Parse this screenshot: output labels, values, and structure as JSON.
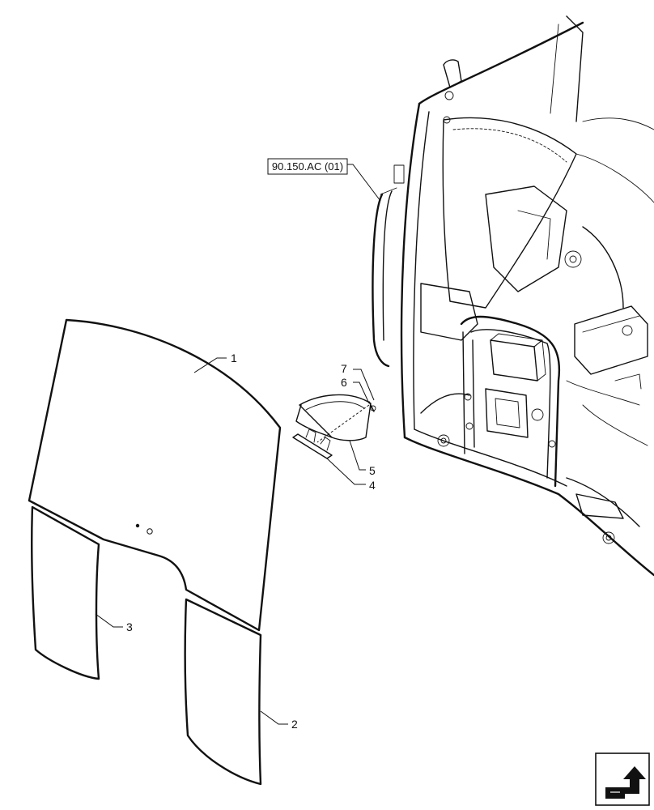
{
  "reference_link": {
    "label": "90.150.AC (01)"
  },
  "callouts": [
    {
      "id": "1",
      "label": "1"
    },
    {
      "id": "2",
      "label": "2"
    },
    {
      "id": "3",
      "label": "3"
    },
    {
      "id": "4",
      "label": "4"
    },
    {
      "id": "5",
      "label": "5"
    },
    {
      "id": "6",
      "label": "6"
    },
    {
      "id": "7",
      "label": "7"
    }
  ],
  "nav_icon": {
    "icon": "arrow-back-icon"
  }
}
